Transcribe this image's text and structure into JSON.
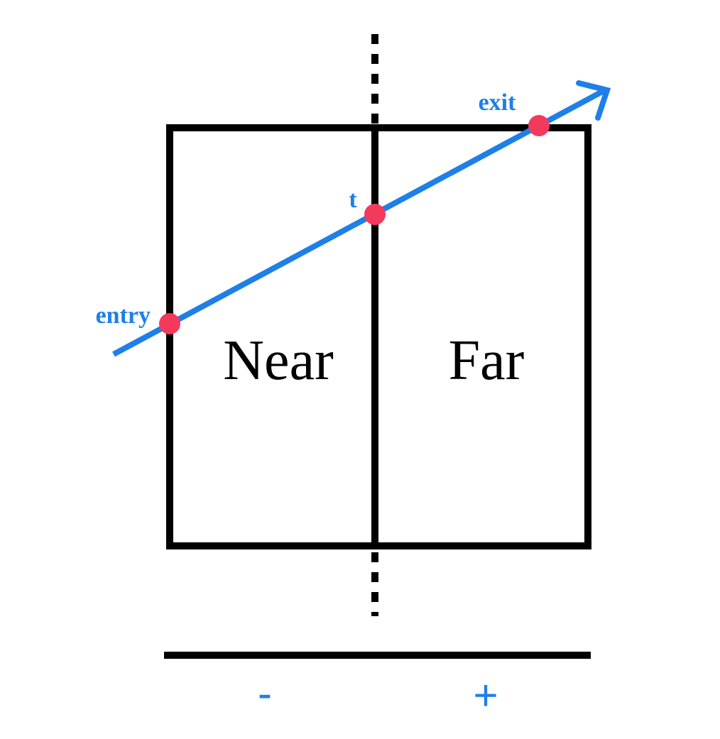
{
  "colors": {
    "ray": "#1E7FE8",
    "point": "#F43A5C",
    "structure": "#000000"
  },
  "regions": {
    "left": "Near",
    "right": "Far"
  },
  "points": {
    "entry": "entry",
    "split": "t",
    "exit": "exit"
  },
  "axis": {
    "negative": "-",
    "positive": "+"
  }
}
